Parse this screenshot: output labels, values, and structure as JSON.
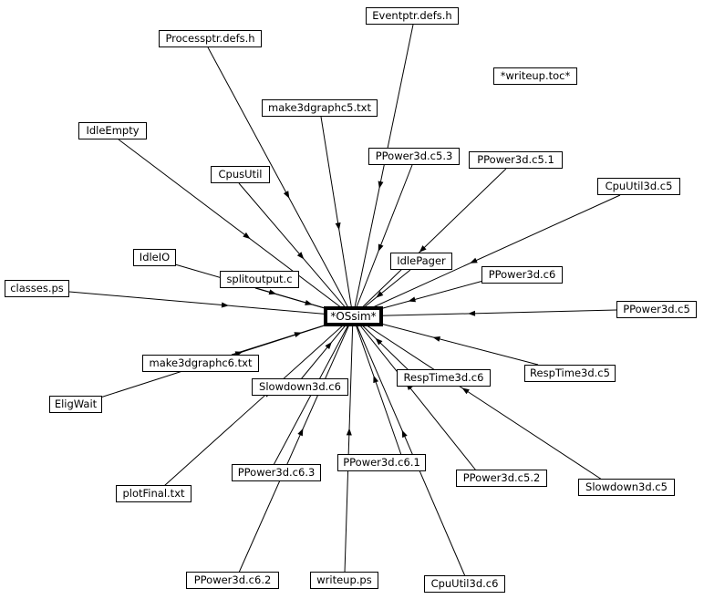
{
  "graph": {
    "center": {
      "id": "ossim",
      "label": "*OSsim*"
    },
    "nodes": [
      {
        "id": "eventptr",
        "label": "Eventptr.defs.h",
        "edge": true
      },
      {
        "id": "processptr",
        "label": "Processptr.defs.h",
        "edge": true
      },
      {
        "id": "writeup-toc",
        "label": "*writeup.toc*",
        "edge": false
      },
      {
        "id": "make3dgraphc5",
        "label": "make3dgraphc5.txt",
        "edge": true
      },
      {
        "id": "idleempty",
        "label": "IdleEmpty",
        "edge": true
      },
      {
        "id": "ppower3d-c5-3",
        "label": "PPower3d.c5.3",
        "edge": true
      },
      {
        "id": "ppower3d-c5-1",
        "label": "PPower3d.c5.1",
        "edge": true
      },
      {
        "id": "cpusutil",
        "label": "CpusUtil",
        "edge": true
      },
      {
        "id": "cpuutil3d-c5",
        "label": "CpuUtil3d.c5",
        "edge": true
      },
      {
        "id": "idleio",
        "label": "IdleIO",
        "edge": true
      },
      {
        "id": "idlepager",
        "label": "IdlePager",
        "edge": true
      },
      {
        "id": "splitoutput",
        "label": "splitoutput.c",
        "edge": true
      },
      {
        "id": "ppower3d-c6",
        "label": "PPower3d.c6",
        "edge": true
      },
      {
        "id": "classes-ps",
        "label": "classes.ps",
        "edge": true
      },
      {
        "id": "ppower3d-c5",
        "label": "PPower3d.c5",
        "edge": true
      },
      {
        "id": "make3dgraphc6",
        "label": "make3dgraphc6.txt",
        "edge": true
      },
      {
        "id": "resptime3d-c5",
        "label": "RespTime3d.c5",
        "edge": true
      },
      {
        "id": "resptime3d-c6",
        "label": "RespTime3d.c6",
        "edge": true
      },
      {
        "id": "slowdown3d-c6",
        "label": "Slowdown3d.c6",
        "edge": true
      },
      {
        "id": "eligwait",
        "label": "EligWait",
        "edge": true
      },
      {
        "id": "ppower3d-c6-1",
        "label": "PPower3d.c6.1",
        "edge": true
      },
      {
        "id": "ppower3d-c5-2",
        "label": "PPower3d.c5.2",
        "edge": true
      },
      {
        "id": "slowdown3d-c5",
        "label": "Slowdown3d.c5",
        "edge": true
      },
      {
        "id": "ppower3d-c6-3",
        "label": "PPower3d.c6.3",
        "edge": true
      },
      {
        "id": "plotfinal",
        "label": "plotFinal.txt",
        "edge": true
      },
      {
        "id": "ppower3d-c6-2",
        "label": "PPower3d.c6.2",
        "edge": true
      },
      {
        "id": "writeup-ps",
        "label": "writeup.ps",
        "edge": true
      },
      {
        "id": "cpuutil3d-c6",
        "label": "CpuUtil3d.c6",
        "edge": true
      }
    ]
  }
}
